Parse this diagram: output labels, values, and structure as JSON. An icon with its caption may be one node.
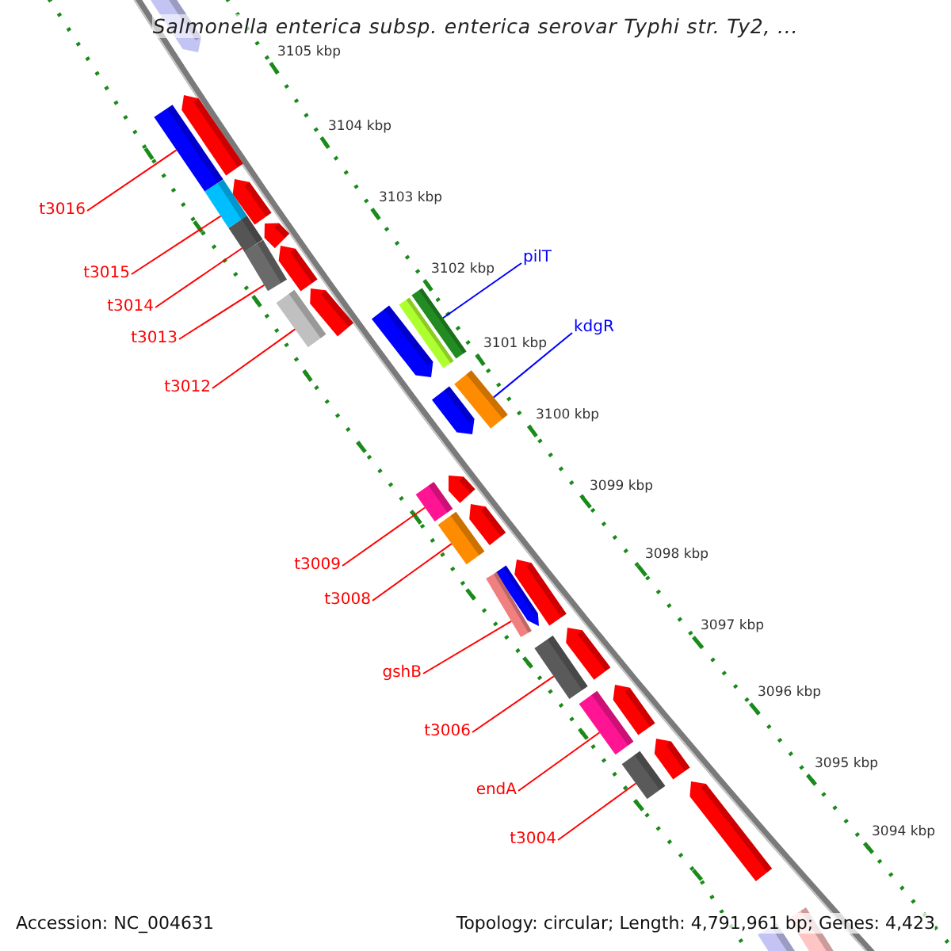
{
  "diagram": {
    "title": "Salmonella enterica subsp. enterica serovar Typhi str. Ty2, ...",
    "nodes": [
      {
        "text": [
          "t3016"
        ]
      },
      {
        "text": [
          "t3015"
        ]
      },
      {
        "text": [
          "t3014"
        ]
      },
      {
        "text": [
          "t3013"
        ]
      },
      {
        "text": [
          "t3012"
        ]
      },
      {
        "text": [
          "pilT"
        ]
      },
      {
        "text": [
          "kdgR"
        ]
      },
      {
        "text": [
          "t3009"
        ]
      },
      {
        "text": [
          "t3008"
        ]
      },
      {
        "text": [
          "gshB"
        ]
      },
      {
        "text": [
          "t3006"
        ]
      },
      {
        "text": [
          "endA"
        ]
      },
      {
        "text": [
          "t3004"
        ]
      },
      {
        "text": [],
        "shape": "arrow"
      },
      {
        "text": [],
        "shape": "arrow"
      },
      {
        "text": [],
        "shape": "box"
      },
      {
        "text": [],
        "shape": "arrow"
      },
      {
        "text": [],
        "shape": "box"
      },
      {
        "text": [],
        "shape": "arrow"
      },
      {
        "text": [],
        "shape": "box"
      },
      {
        "text": [],
        "shape": "arrow"
      },
      {
        "text": [],
        "shape": "box"
      },
      {
        "text": [],
        "shape": "box"
      },
      {
        "text": [],
        "shape": "arrow"
      },
      {
        "text": [],
        "shape": "box"
      },
      {
        "text": [],
        "shape": "box"
      },
      {
        "text": [],
        "shape": "arrow"
      },
      {
        "text": [],
        "shape": "box"
      },
      {
        "text": [],
        "shape": "arrow"
      },
      {
        "text": [],
        "shape": "arrow"
      },
      {
        "text": [],
        "shape": "box"
      },
      {
        "text": [],
        "shape": "arrow"
      },
      {
        "text": [],
        "shape": "box"
      },
      {
        "text": [],
        "shape": "arrow"
      },
      {
        "text": [],
        "shape": "arrow"
      },
      {
        "text": [],
        "shape": "box"
      },
      {
        "text": [],
        "shape": "arrow"
      },
      {
        "text": [],
        "shape": "box"
      },
      {
        "text": [],
        "shape": "arrow"
      },
      {
        "text": [],
        "shape": "box"
      },
      {
        "text": [],
        "shape": "arrow"
      },
      {
        "text": [],
        "shape": "box"
      },
      {
        "text": [],
        "shape": "arrow"
      },
      {
        "text": [],
        "shape": "box"
      },
      {
        "text": [],
        "shape": "box"
      }
    ],
    "edges": [
      {
        "from": 0,
        "to": 15,
        "arrow": "none"
      },
      {
        "from": 1,
        "to": 17,
        "arrow": "none"
      },
      {
        "from": 2,
        "to": 19,
        "arrow": "none"
      },
      {
        "from": 3,
        "to": 21,
        "arrow": "none"
      },
      {
        "from": 4,
        "to": 22,
        "arrow": "none"
      },
      {
        "from": 5,
        "to": 24,
        "arrow": "none",
        "color": "#0000ff"
      },
      {
        "from": 6,
        "to": 27,
        "arrow": "none",
        "color": "#0000ff"
      },
      {
        "from": 7,
        "to": 30,
        "arrow": "none"
      },
      {
        "from": 8,
        "to": 32,
        "arrow": "none"
      },
      {
        "from": 9,
        "to": 35,
        "arrow": "none"
      },
      {
        "from": 10,
        "to": 37,
        "arrow": "none"
      },
      {
        "from": 11,
        "to": 39,
        "arrow": "none"
      },
      {
        "from": 12,
        "to": 41,
        "arrow": "none"
      }
    ],
    "labels": [
      "3105 kbp",
      "3104 kbp",
      "3103 kbp",
      "3102 kbp",
      "3101 kbp",
      "3100 kbp",
      "3099 kbp",
      "3098 kbp",
      "3097 kbp",
      "3096 kbp",
      "3095 kbp",
      "3094 kbp",
      "Accession: NC_004631",
      "Topology: circular; Length: 4,791,961 bp; Genes: 4,423"
    ]
  }
}
